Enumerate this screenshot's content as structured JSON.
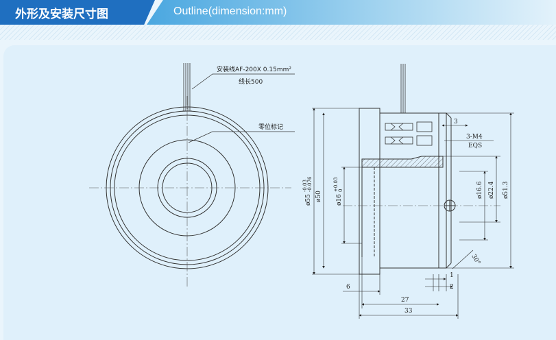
{
  "header": {
    "title_cn": "外形及安装尺寸图",
    "title_en": "Outline(dimension:mm)"
  },
  "front_view": {
    "wire_label": "安装线AF-200X 0.15mm²",
    "wire_length": "线长500",
    "zero_mark": "零位标记"
  },
  "side_view": {
    "dim_3": "3",
    "thread_top": "3-M4",
    "thread_bottom": "EQS",
    "dia_55": "ø55",
    "dia_55_tol": "-0.076",
    "dia_55_tol_top": "-0.03",
    "dia_50": "ø50",
    "dia_16": "ø16",
    "dia_16_tol": "+0.03",
    "dia_16_tol_bot": "0",
    "dia_166": "ø16.6",
    "dia_224": "ø22.4",
    "dia_513": "ø51.3",
    "angle": "30°",
    "dim_1": "1",
    "dim_2": "2",
    "dim_6": "6",
    "dim_27": "27",
    "dim_33": "33"
  }
}
